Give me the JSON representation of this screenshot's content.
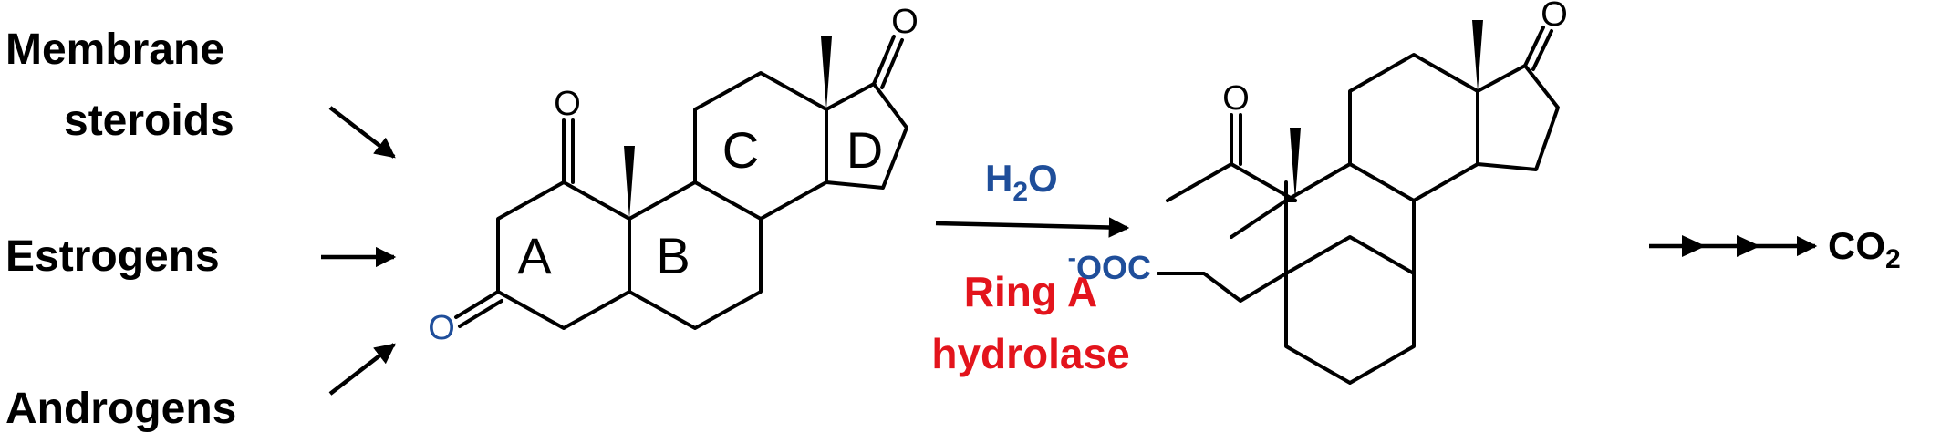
{
  "sources": {
    "membrane_line1": "Membrane",
    "membrane_line2": "steroids",
    "estrogens": "Estrogens",
    "androgens": "Androgens"
  },
  "substrate": {
    "ring_labels": [
      "A",
      "B",
      "C",
      "D"
    ],
    "oxygen": "O"
  },
  "reaction": {
    "reagent_main": "H",
    "reagent_sub": "2",
    "reagent_tail": "O",
    "enzyme_line1": "Ring A",
    "enzyme_line2": "hydrolase"
  },
  "product": {
    "carboxylate_charge": "-",
    "carboxylate": "OOC",
    "oxygen": "O"
  },
  "end_product": {
    "main": "CO",
    "sub": "2"
  },
  "colors": {
    "reagent": "#1f4e9a",
    "enzyme": "#e3141c",
    "blue_oxygen": "#1f4e9a",
    "black": "#000000"
  }
}
